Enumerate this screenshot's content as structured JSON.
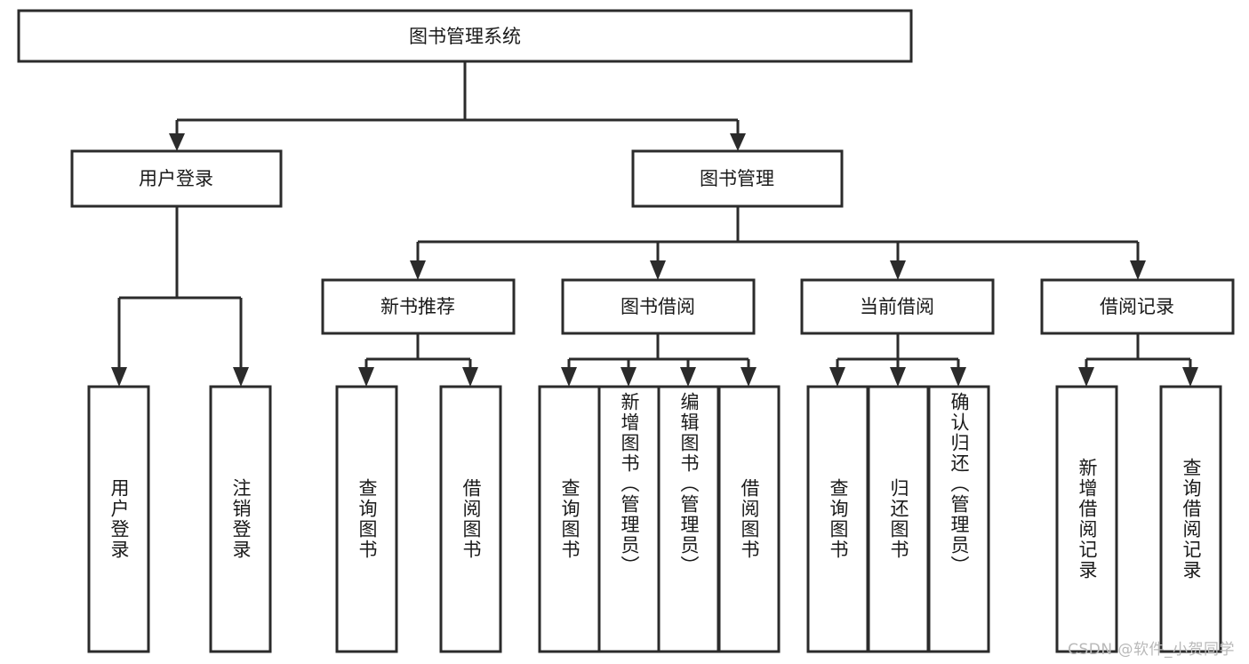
{
  "diagram": {
    "type": "tree-hierarchy",
    "title": "图书管理系统",
    "root": {
      "id": "root",
      "label": "图书管理系统"
    },
    "level2": [
      {
        "id": "user-login",
        "label": "用户登录"
      },
      {
        "id": "book-manage",
        "label": "图书管理"
      }
    ],
    "level3": [
      {
        "id": "new-book-rec",
        "label": "新书推荐",
        "parent": "book-manage"
      },
      {
        "id": "book-borrow",
        "label": "图书借阅",
        "parent": "book-manage"
      },
      {
        "id": "current-borrow",
        "label": "当前借阅",
        "parent": "book-manage"
      },
      {
        "id": "borrow-record",
        "label": "借阅记录",
        "parent": "book-manage"
      }
    ],
    "leaves": [
      {
        "id": "leaf-user-login",
        "label": "用户登录",
        "parent": "user-login"
      },
      {
        "id": "leaf-user-logout",
        "label": "注销登录",
        "parent": "user-login"
      },
      {
        "id": "leaf-rec-query",
        "label": "查询图书",
        "parent": "new-book-rec"
      },
      {
        "id": "leaf-rec-borrow",
        "label": "借阅图书",
        "parent": "new-book-rec"
      },
      {
        "id": "leaf-borrow-query",
        "label": "查询图书",
        "parent": "book-borrow"
      },
      {
        "id": "leaf-borrow-add",
        "label": "新增图书（管理员）",
        "parent": "book-borrow"
      },
      {
        "id": "leaf-borrow-edit",
        "label": "编辑图书（管理员）",
        "parent": "book-borrow"
      },
      {
        "id": "leaf-borrow-do",
        "label": "借阅图书",
        "parent": "book-borrow"
      },
      {
        "id": "leaf-cur-query",
        "label": "查询图书",
        "parent": "current-borrow"
      },
      {
        "id": "leaf-cur-return",
        "label": "归还图书",
        "parent": "current-borrow"
      },
      {
        "id": "leaf-cur-confirm",
        "label": "确认归还（管理员）",
        "parent": "current-borrow"
      },
      {
        "id": "leaf-rec-add",
        "label": "新增借阅记录",
        "parent": "borrow-record"
      },
      {
        "id": "leaf-rec-search",
        "label": "查询借阅记录",
        "parent": "borrow-record"
      }
    ],
    "colors": {
      "stroke": "#2b2b2b",
      "fill": "#ffffff",
      "text": "#1a1a1a",
      "watermark": "#b9b9b9"
    }
  },
  "watermark": {
    "text": "CSDN @软件_小贺同学"
  }
}
